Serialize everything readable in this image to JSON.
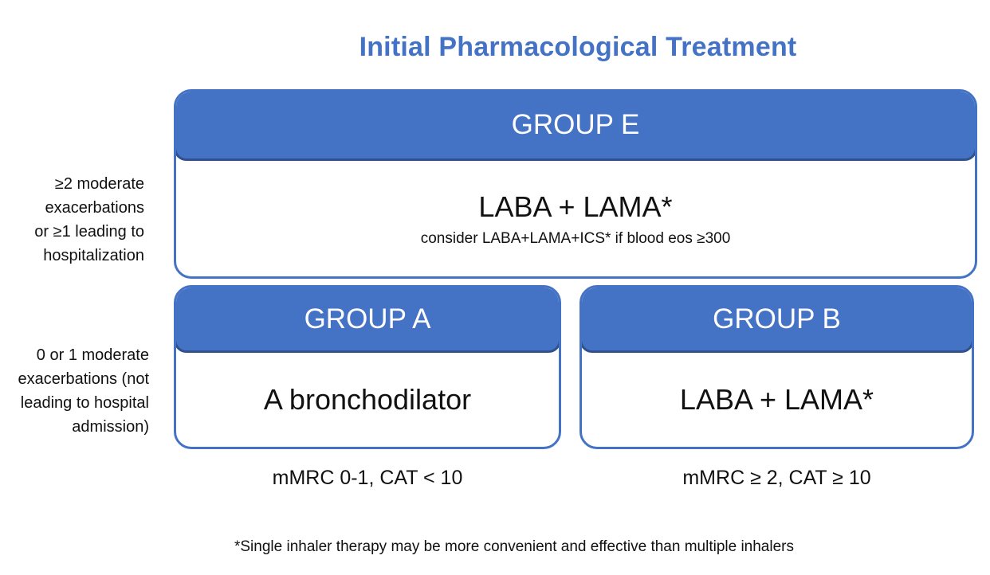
{
  "title": "Initial Pharmacological Treatment",
  "groups": {
    "e": {
      "label": "GROUP E",
      "treatment": "LABA + LAMA*",
      "note": "consider LABA+LAMA+ICS* if blood eos ≥300"
    },
    "a": {
      "label": "GROUP A",
      "treatment": "A bronchodilator"
    },
    "b": {
      "label": "GROUP B",
      "treatment": "LABA + LAMA*"
    }
  },
  "row_labels": {
    "high": [
      "≥2 moderate",
      "exacerbations",
      "or ≥1 leading to",
      "hospitalization"
    ],
    "low": [
      "0 or 1 moderate",
      "exacerbations (not",
      "leading to hospital",
      "admission)"
    ]
  },
  "column_criteria": {
    "a": "mMRC 0-1, CAT < 10",
    "b": "mMRC ≥ 2, CAT ≥ 10"
  },
  "footnote": "*Single inhaler therapy may be more convenient and effective than multiple inhalers",
  "colors": {
    "accent": "#4472c4",
    "header_border": "#2f528f"
  }
}
